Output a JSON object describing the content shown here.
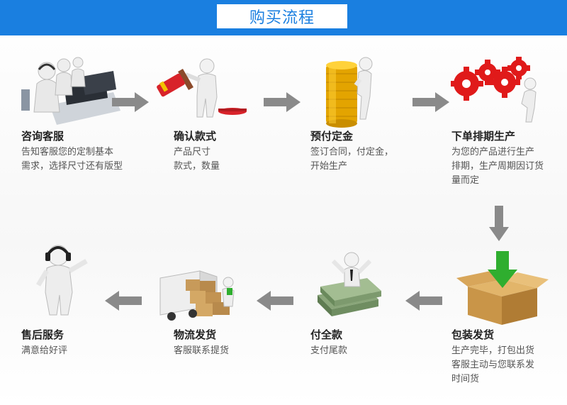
{
  "header": {
    "title": "购买流程"
  },
  "colors": {
    "accent": "#1a7fe0",
    "arrow": "#888888",
    "gear": "#e01a1a",
    "coin": "#f1b400",
    "green": "#2fae2f"
  },
  "steps": [
    {
      "title": "咨询客服",
      "desc": [
        "告知客服您的定制基本",
        "需求，选择尺寸还有版型"
      ],
      "icon": "customer-service-icon"
    },
    {
      "title": "确认款式",
      "desc": [
        "产品尺寸",
        "款式，数量"
      ],
      "icon": "hammer-figure-icon"
    },
    {
      "title": "预付定金",
      "desc": [
        "签订合同，付定金，",
        "开始生产"
      ],
      "icon": "coin-stack-icon"
    },
    {
      "title": "下单排期生产",
      "desc": [
        "为您的产品进行生产",
        "排期，生产周期因订货",
        "量而定"
      ],
      "icon": "gears-icon"
    },
    {
      "title": "包装发货",
      "desc": [
        "生产完毕，打包出货",
        "客服主动与您联系发",
        "时间货"
      ],
      "icon": "package-icon"
    },
    {
      "title": "付全款",
      "desc": [
        "支付尾款"
      ],
      "icon": "money-figure-icon"
    },
    {
      "title": "物流发货",
      "desc": [
        "客服联系提货"
      ],
      "icon": "delivery-truck-icon"
    },
    {
      "title": "售后服务",
      "desc": [
        "满意给好评"
      ],
      "icon": "headset-figure-icon"
    }
  ]
}
